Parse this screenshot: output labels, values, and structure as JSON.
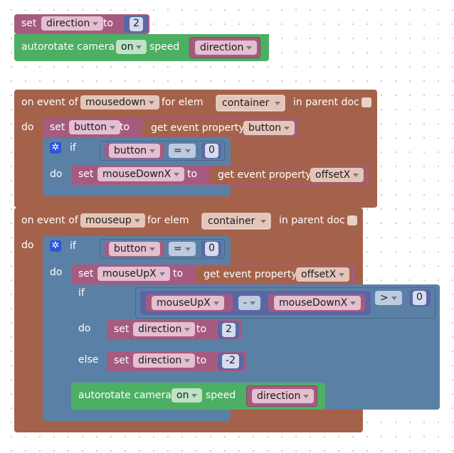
{
  "kw": {
    "set": "set",
    "to": "to",
    "do": "do",
    "if": "if",
    "else": "else",
    "on_event_of": "on event of",
    "for_elem": "for elem",
    "in_parent_doc": "in parent doc",
    "get_event_property": "get event property",
    "autorotate_camera": "autorotate camera",
    "speed": "speed"
  },
  "top": {
    "var": "direction",
    "value": "2",
    "autorotate_state": "on",
    "speed_var": "direction"
  },
  "mousedown": {
    "event": "mousedown",
    "elem": "container",
    "set_var": "button",
    "property": "button",
    "if_var": "button",
    "op": "=",
    "compare": "0",
    "inner_set_var": "mouseDownX",
    "inner_property": "offsetX"
  },
  "mouseup": {
    "event": "mouseup",
    "elem": "container",
    "if_var": "button",
    "op": "=",
    "compare": "0",
    "set_var": "mouseUpX",
    "property": "offsetX",
    "diff_left": "mouseUpX",
    "diff_op": "-",
    "diff_right": "mouseDownX",
    "cmp_op": ">",
    "cmp_value": "0",
    "then_var": "direction",
    "then_value": "2",
    "else_var": "direction",
    "else_value": "-2",
    "autorotate_state": "on",
    "speed_var": "direction"
  },
  "colors": {
    "variables": "#a55b80",
    "events": "#a5624a",
    "logic": "#5b80a5",
    "camera": "#4caf63",
    "math": "#5b67a5"
  },
  "icons": {
    "if_mutator": "gear-icon"
  }
}
